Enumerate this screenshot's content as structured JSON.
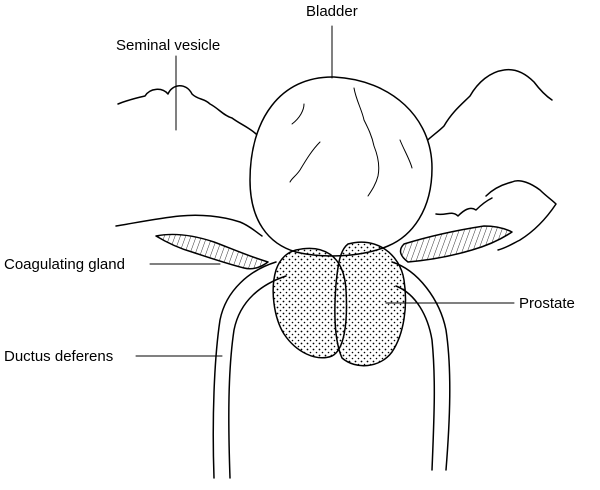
{
  "diagram": {
    "labels": {
      "bladder": "Bladder",
      "seminal_vesicle": "Seminal vesicle",
      "coagulating_gland": "Coagulating gland",
      "prostate": "Prostate",
      "ductus_deferens": "Ductus deferens"
    },
    "colors": {
      "line": "#000000",
      "background": "#ffffff"
    }
  }
}
